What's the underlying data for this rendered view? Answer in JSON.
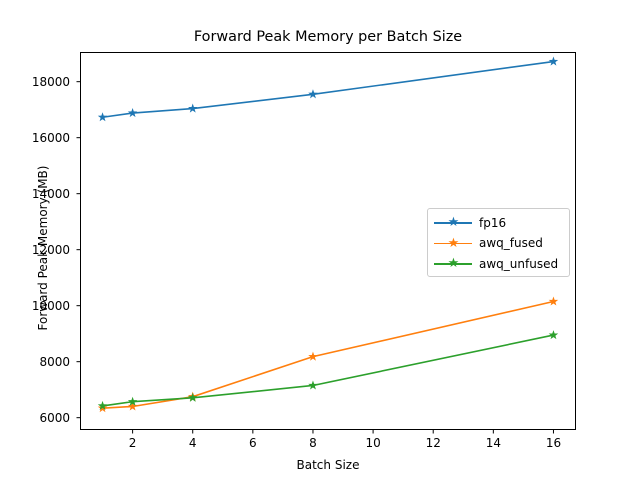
{
  "chart_data": {
    "type": "line",
    "title": "Forward Peak Memory per Batch Size",
    "xlabel": "Batch Size",
    "ylabel": "Forward Peak Memory (MB)",
    "x": [
      1,
      2,
      4,
      8,
      16
    ],
    "xlim": [
      0.25,
      16.75
    ],
    "ylim": [
      5560,
      19060
    ],
    "xticks": [
      2,
      4,
      6,
      8,
      10,
      12,
      14,
      16
    ],
    "xtick_labels": [
      "2",
      "4",
      "6",
      "8",
      "10",
      "12",
      "14",
      "16"
    ],
    "yticks": [
      6000,
      8000,
      10000,
      12000,
      14000,
      16000,
      18000
    ],
    "ytick_labels": [
      "6000",
      "8000",
      "10000",
      "12000",
      "14000",
      "16000",
      "18000"
    ],
    "grid": false,
    "legend_position": "center right",
    "marker": "star",
    "series": [
      {
        "name": "fp16",
        "color": "#1f77b4",
        "values": [
          16730,
          16880,
          17040,
          17550,
          18720
        ]
      },
      {
        "name": "awq_fused",
        "color": "#ff7f0e",
        "values": [
          6340,
          6400,
          6750,
          8180,
          10150
        ]
      },
      {
        "name": "awq_unfused",
        "color": "#2ca02c",
        "values": [
          6420,
          6570,
          6710,
          7150,
          8950
        ]
      }
    ]
  },
  "legend": {
    "entries": [
      {
        "label": "fp16",
        "color": "#1f77b4"
      },
      {
        "label": "awq_fused",
        "color": "#ff7f0e"
      },
      {
        "label": "awq_unfused",
        "color": "#2ca02c"
      }
    ]
  },
  "star_glyph": "★"
}
